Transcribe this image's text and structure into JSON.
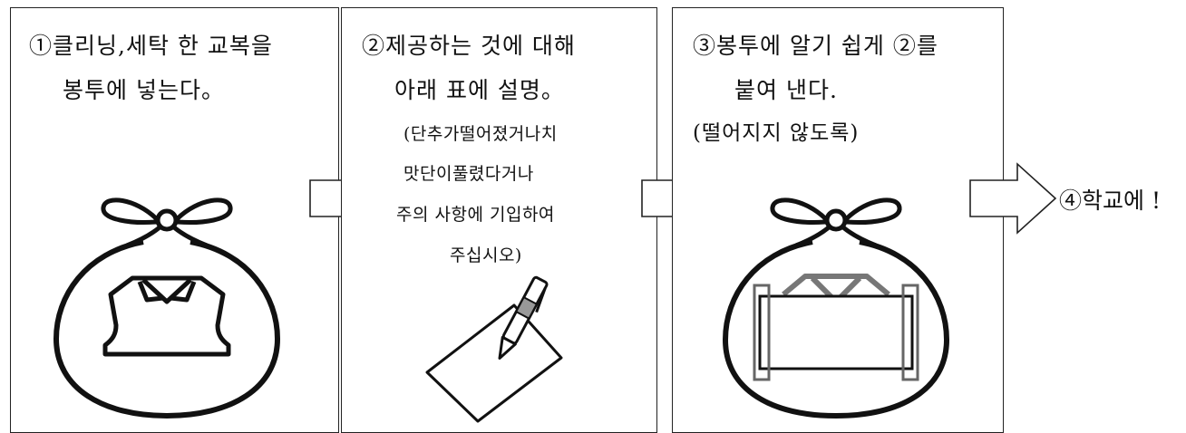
{
  "steps": [
    {
      "lines": [
        "①클리닝,세탁 한 교복을",
        "봉투에 넣는다。"
      ]
    },
    {
      "lines": [
        "②제공하는 것에 대해",
        "아래 표에 설명。"
      ],
      "notes": [
        "(단추가떨어졌거나치",
        "맛단이풀렸다거나",
        "주의 사항에 기입하여",
        "주십시오)"
      ]
    },
    {
      "lines": [
        "③봉투에 알기 쉽게 ②를",
        "붙여 낸다.",
        "(떨어지지 않도록)"
      ]
    }
  ],
  "final": "④학교에 !",
  "icons": {
    "step1": "bag-with-uniform-icon",
    "step2": "pen-and-paper-icon",
    "step3": "bag-with-label-icon",
    "arrow": "outline-arrow-right-icon"
  }
}
